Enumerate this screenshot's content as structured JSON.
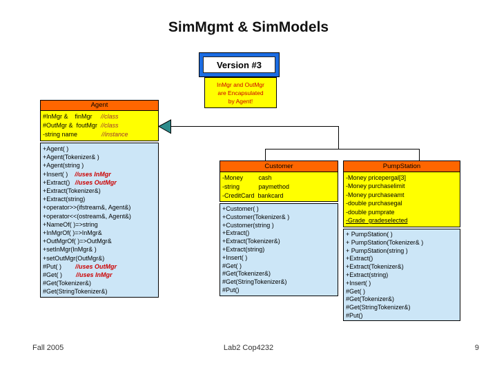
{
  "slide": {
    "title": "SimMgmt & SimModels",
    "version_label": "Version #3",
    "note_lines": [
      "InMgr and OutMgr",
      "are Encapsulated",
      "by Agent!"
    ],
    "footer": {
      "date": "Fall 2005",
      "center": "Lab2 Cop4232",
      "page": "9"
    }
  },
  "colors": {
    "class_header_bg": "#FF6600",
    "attributes_bg": "#FFFF00",
    "methods_bg": "#CCE6F7",
    "note_bg": "#FFFF00",
    "note_text": "#CC0000",
    "version_border": "#1B6CE2",
    "arrow_fill": "#2E8C8C",
    "comment_red": "#CC0000",
    "comment_maroon": "#993333"
  },
  "classes": [
    {
      "name": "Agent",
      "attributes": [
        {
          "text": "#InMgr &    finMgr     ",
          "comment": "//class"
        },
        {
          "text": "#OutMgr &  foutMgr  ",
          "comment": "//class"
        },
        {
          "text": "-string name              ",
          "comment": "//instance"
        }
      ],
      "methods": [
        {
          "text": "+Agent( )"
        },
        {
          "text": "+Agent(Tokenizer& )"
        },
        {
          "text": "+Agent(string )"
        },
        {
          "text": "+Insert( )    ",
          "comment": "//uses InMgr"
        },
        {
          "text": "+Extract()   ",
          "comment": "//uses OutMgr"
        },
        {
          "text": "+Extract(Tokenizer&)"
        },
        {
          "text": "+Extract(string)"
        },
        {
          "text": "+operator>>(ifstream&, Agent&)"
        },
        {
          "text": "+operator<<(ostream&, Agent&)"
        },
        {
          "text": "+NameOf( )=>string"
        },
        {
          "text": "+InMgrOf( )=>InMgr&"
        },
        {
          "text": "+OutMgrOf( )=>OutMgr&"
        },
        {
          "text": "+setInMgr(InMgr& )"
        },
        {
          "text": "+setOutMgr(OutMgr&)"
        },
        {
          "text": "#Put( )        ",
          "comment": "//uses OutMgr"
        },
        {
          "text": "#Get( )        ",
          "comment": "//uses InMgr"
        },
        {
          "text": "#Get(Tokenizer&)"
        },
        {
          "text": "#Get(StringTokenizer&)"
        }
      ]
    },
    {
      "name": "Customer",
      "attributes": [
        {
          "text": "-Money         cash"
        },
        {
          "text": "-string           paymethod"
        },
        {
          "text": "-CreditCard  bankcard"
        }
      ],
      "methods": [
        {
          "text": "+Customer( )"
        },
        {
          "text": "+Customer(Tokenizer& )"
        },
        {
          "text": "+Customer(string )"
        },
        {
          "text": "+Extract()"
        },
        {
          "text": "+Extract(Tokenizer&)"
        },
        {
          "text": "+Extract(string)"
        },
        {
          "text": "+Insert( )"
        },
        {
          "text": "#Get( )"
        },
        {
          "text": "#Get(Tokenizer&)"
        },
        {
          "text": "#Get(StringTokenizer&)"
        },
        {
          "text": "#Put()"
        }
      ]
    },
    {
      "name": "PumpStation",
      "attributes": [
        {
          "text": "-Money pricepergal[3]"
        },
        {
          "text": "-Money purchaselimit"
        },
        {
          "text": "-Money purchaseamt"
        },
        {
          "text": "-double purchasegal"
        },
        {
          "text": "-double pumprate"
        },
        {
          "text": "-Grade  gradeselected",
          "underline": true
        }
      ],
      "methods": [
        {
          "text": "+ PumpStation( )"
        },
        {
          "text": "+ PumpStation(Tokenizer& )"
        },
        {
          "text": "+ PumpStation(string )"
        },
        {
          "text": "+Extract()"
        },
        {
          "text": "+Extract(Tokenizer&)"
        },
        {
          "text": "+Extract(string)"
        },
        {
          "text": "+Insert( )"
        },
        {
          "text": "#Get( )"
        },
        {
          "text": "#Get(Tokenizer&)"
        },
        {
          "text": "#Get(StringTokenizer&)"
        },
        {
          "text": "#Put()"
        }
      ]
    }
  ]
}
